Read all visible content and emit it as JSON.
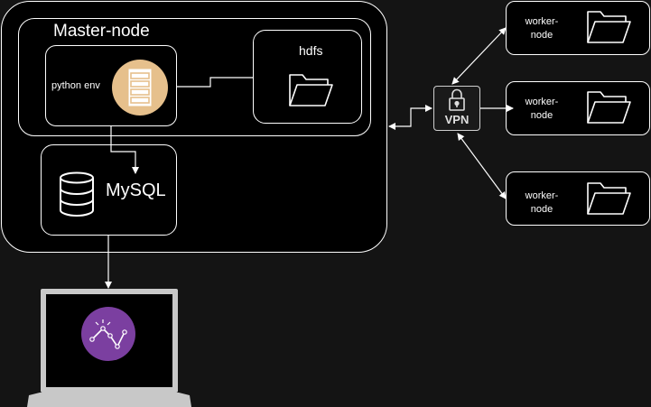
{
  "master": {
    "title": "Master-node"
  },
  "python_env": {
    "label": "python env"
  },
  "hdfs": {
    "label": "hdfs"
  },
  "mysql": {
    "label": "MySQL"
  },
  "vpn": {
    "label": "VPN"
  },
  "workers": [
    {
      "label_line1": "worker-",
      "label_line2": "node"
    },
    {
      "label_line1": "worker-",
      "label_line2": "node"
    },
    {
      "label_line1": "worker-",
      "label_line2": "node"
    }
  ],
  "colors": {
    "background": "#141414",
    "node_fill": "#000000",
    "stroke": "#ffffff",
    "server_badge": "#e6c08c",
    "app_logo": "#7b3fa0",
    "laptop_frame": "#c8c8c8"
  },
  "icons": [
    "server-icon",
    "folder-icon",
    "database-icon",
    "lock-icon",
    "laptop-icon",
    "app-logo-icon"
  ]
}
